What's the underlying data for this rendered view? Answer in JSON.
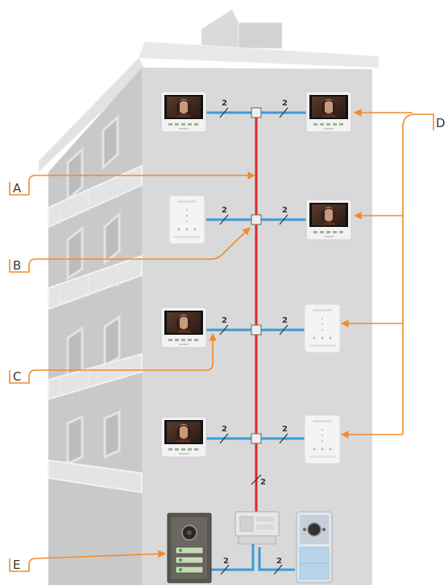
{
  "callouts": {
    "a": "A",
    "b": "B",
    "c": "C",
    "d": "D",
    "e": "E"
  },
  "wire_count": "2",
  "colors": {
    "riser": "#d42a2a",
    "branch": "#3a9ad9",
    "callout": "#f08a2c",
    "facade_front": "#d9d9d9",
    "facade_side": "#cfcfcf",
    "facade_edge": "#e6e6e6"
  },
  "icons": {
    "video_monitor": "video-monitor-icon",
    "audio_handset": "audio-handset-icon",
    "junction": "junction-box-icon",
    "power_supply": "power-supply-icon",
    "door_panel": "door-entry-panel-icon"
  }
}
